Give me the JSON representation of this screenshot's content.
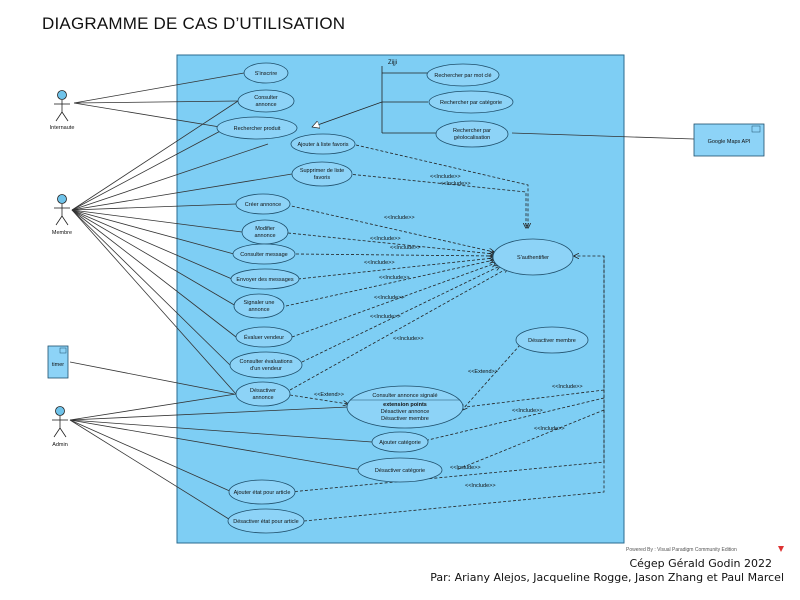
{
  "title": "DIAGRAMME DE CAS D’UTILISATION",
  "actors": {
    "internaute": "Internaute",
    "membre": "Membre",
    "admin": "Admin"
  },
  "external": {
    "google_maps": "Google Maps API",
    "timer": "timer"
  },
  "zijji": "Zijji",
  "use_cases": {
    "sinscrire": "S'inscrire",
    "consulter_annonce_1": "Consulter",
    "consulter_annonce_2": "annonce",
    "rechercher_produit": "Rechercher produit",
    "rech_mot_cle": "Rechercher par mot clé",
    "rech_categorie": "Rechercher par catégorie",
    "rech_geo_1": "Rechercher par",
    "rech_geo_2": "géolocalisation",
    "ajouter_favoris": "Ajouter à liste favoris",
    "supprimer_favoris_1": "Supprimer de liste",
    "supprimer_favoris_2": "favoris",
    "creer_annonce": "Créer annonce",
    "modifier_annonce_1": "Modifier",
    "modifier_annonce_2": "annonce",
    "consulter_message": "Consulter message",
    "envoyer_messages": "Envoyer des messages",
    "signaler_1": "Signaler une",
    "signaler_2": "annonce",
    "evaluer_vendeur": "Évaluer vendeur",
    "consulter_eval_1": "Consulter évaluations",
    "consulter_eval_2": "d'un vendeur",
    "desactiver_annonce_1": "Désactiver",
    "desactiver_annonce_2": "annonce",
    "sauthentifier": "S'authentifier",
    "desactiver_membre": "Désactiver membre",
    "consulter_signale": "Consulter annonce signalé",
    "extension_points": "extension points",
    "ext_desactiver_annonce": "Désactiver annonce",
    "ext_desactiver_membre": "Désactiver membre",
    "ajouter_categorie": "Ajouter catégorie",
    "desactiver_categorie": "Désactiver catégorie",
    "ajouter_etat": "Ajouter état pour article",
    "desactiver_etat": "Désactiver état pour article"
  },
  "relations": {
    "include": "<<Include>>",
    "extend": "<<Extend>>"
  },
  "footer": {
    "powered": "Powered By : Visual Paradigm Community Edition",
    "credit": "Cégep Gérald Godin 2022",
    "authors": "Par: Ariany Alejos, Jacqueline Rogge, Jason Zhang et Paul Marcel"
  },
  "colors": {
    "system_fill": "#7ecef4",
    "system_stroke": "#2a6b8f",
    "usecase_fill": "#8dd3f7",
    "actor_head": "#6fc3ea"
  }
}
